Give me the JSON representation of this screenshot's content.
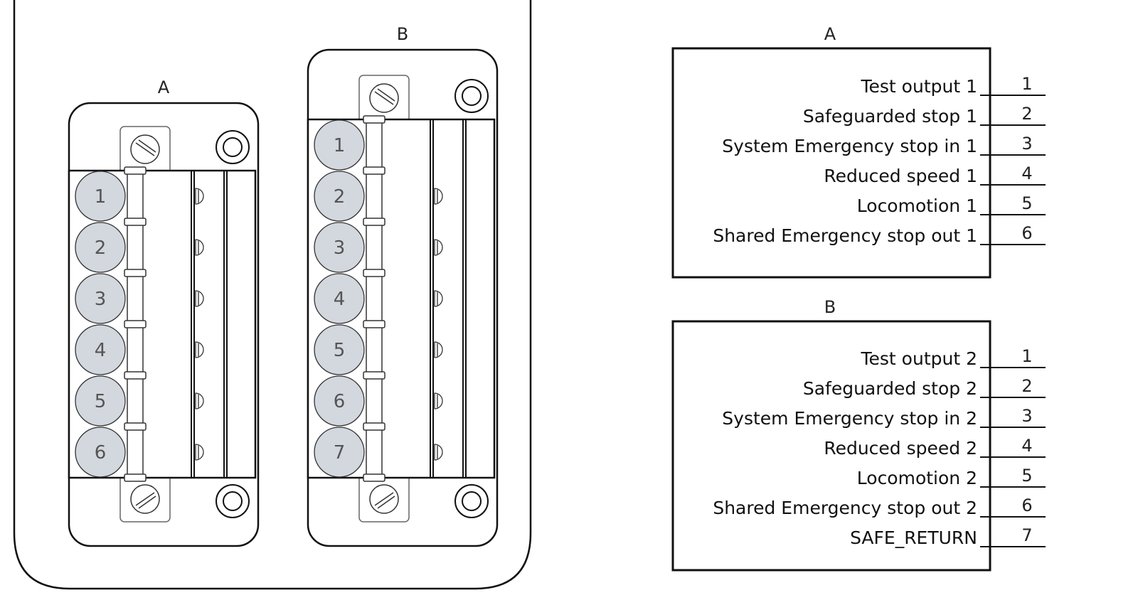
{
  "connectors": [
    {
      "id": "A",
      "label": "A",
      "pins": [
        "1",
        "2",
        "3",
        "4",
        "5",
        "6"
      ]
    },
    {
      "id": "B",
      "label": "B",
      "pins": [
        "1",
        "2",
        "3",
        "4",
        "5",
        "6",
        "7"
      ]
    }
  ],
  "schematics": [
    {
      "id": "A",
      "label": "A",
      "signals": [
        {
          "pin": "1",
          "name": "Test output 1"
        },
        {
          "pin": "2",
          "name": "Safeguarded stop 1"
        },
        {
          "pin": "3",
          "name": "System Emergency stop in 1"
        },
        {
          "pin": "4",
          "name": "Reduced speed 1"
        },
        {
          "pin": "5",
          "name": "Locomotion 1"
        },
        {
          "pin": "6",
          "name": "Shared Emergency stop out 1"
        }
      ]
    },
    {
      "id": "B",
      "label": "B",
      "signals": [
        {
          "pin": "1",
          "name": "Test output 2"
        },
        {
          "pin": "2",
          "name": "Safeguarded stop 2"
        },
        {
          "pin": "3",
          "name": "System Emergency stop in 2"
        },
        {
          "pin": "4",
          "name": "Reduced speed 2"
        },
        {
          "pin": "5",
          "name": "Locomotion 2"
        },
        {
          "pin": "6",
          "name": "Shared Emergency stop out 2"
        },
        {
          "pin": "7",
          "name": "SAFE_RETURN"
        }
      ]
    }
  ],
  "colors": {
    "pin_fill": "#d3d7de",
    "stroke": "#111111",
    "screw_stroke": "#666666"
  },
  "icons": {
    "screw": "slotted-screw-icon",
    "mount_hole": "mounting-hole-icon",
    "led": "indicator-icon"
  }
}
